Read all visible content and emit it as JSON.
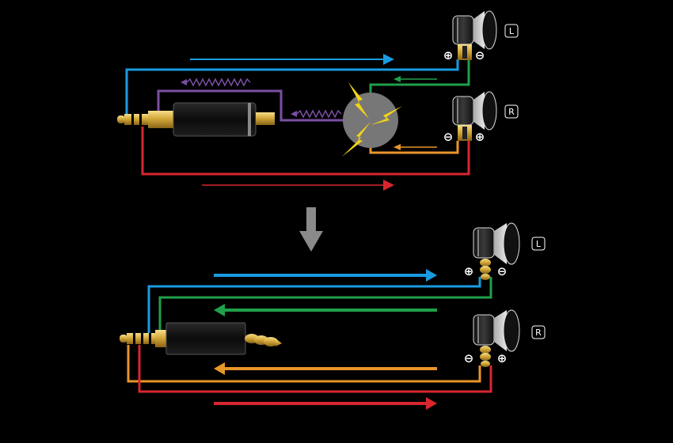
{
  "diagram": {
    "top": {
      "left_channel_label": "L",
      "right_channel_label": "R",
      "left_plus": "⊕",
      "left_minus": "⊖",
      "right_minus": "⊖",
      "right_plus": "⊕"
    },
    "bottom": {
      "left_channel_label": "L",
      "right_channel_label": "R",
      "left_plus": "⊕",
      "left_minus": "⊖",
      "right_minus": "⊖",
      "right_plus": "⊕"
    }
  },
  "colors": {
    "blue": "#1a9be0",
    "green": "#1fa04a",
    "orange": "#e8952a",
    "red": "#d8262f",
    "purple": "#7b4fa3",
    "gray_arrow": "#8a8a8a",
    "gold": "#d4a93a",
    "lightning": "#f2d21a",
    "interference_disc": "#777777"
  }
}
